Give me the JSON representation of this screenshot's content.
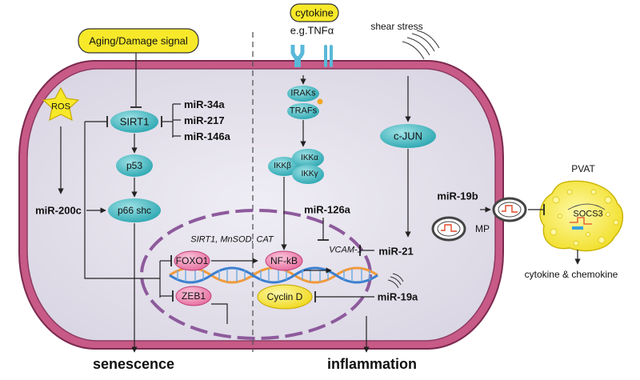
{
  "signals": {
    "aging": "Aging/Damage signal",
    "cytokine": "cytokine",
    "tnf": "e.g.TNFα",
    "shear": "shear stress",
    "ros": "ROS"
  },
  "nodes": {
    "sirt1": "SIRT1",
    "p53": "p53",
    "p66shc": "p66 shc",
    "iraks": "IRAKs",
    "trafs": "TRAFs",
    "ikkb": "IKKβ",
    "ikka": "IKKα",
    "ikkg": "IKKγ",
    "cjun": "c-JUN",
    "foxo1": "FOXO1",
    "zeb1": "ZEB1",
    "nfkb": "NF-kB",
    "cyclind": "Cyclin D",
    "socs3": "SOCS3"
  },
  "mirnas": {
    "mir34a": "miR-34a",
    "mir217": "miR-217",
    "mir146a": "miR-146a",
    "mir200c": "miR-200c",
    "mir126a": "miR-126a",
    "mir21": "miR-21",
    "mir19a": "miR-19a",
    "mir19b": "miR-19b"
  },
  "genes": {
    "targets": "SIRT1, MnSOD, CAT",
    "vcam1": "VCAM-1"
  },
  "outside": {
    "mp": "MP",
    "pvat": "PVAT",
    "cytokine_chemokine": "cytokine & chemokine"
  },
  "outcomes": {
    "senescence": "senescence",
    "inflammation": "inflammation"
  },
  "colors": {
    "node_teal": "#4fc0c8",
    "node_pink": "#f08cb4",
    "node_yellow": "#f7e92a",
    "cell_fill": "#e4e1ec",
    "membrane": "#b0426f",
    "nucleus_dash": "#8d5a9c"
  }
}
